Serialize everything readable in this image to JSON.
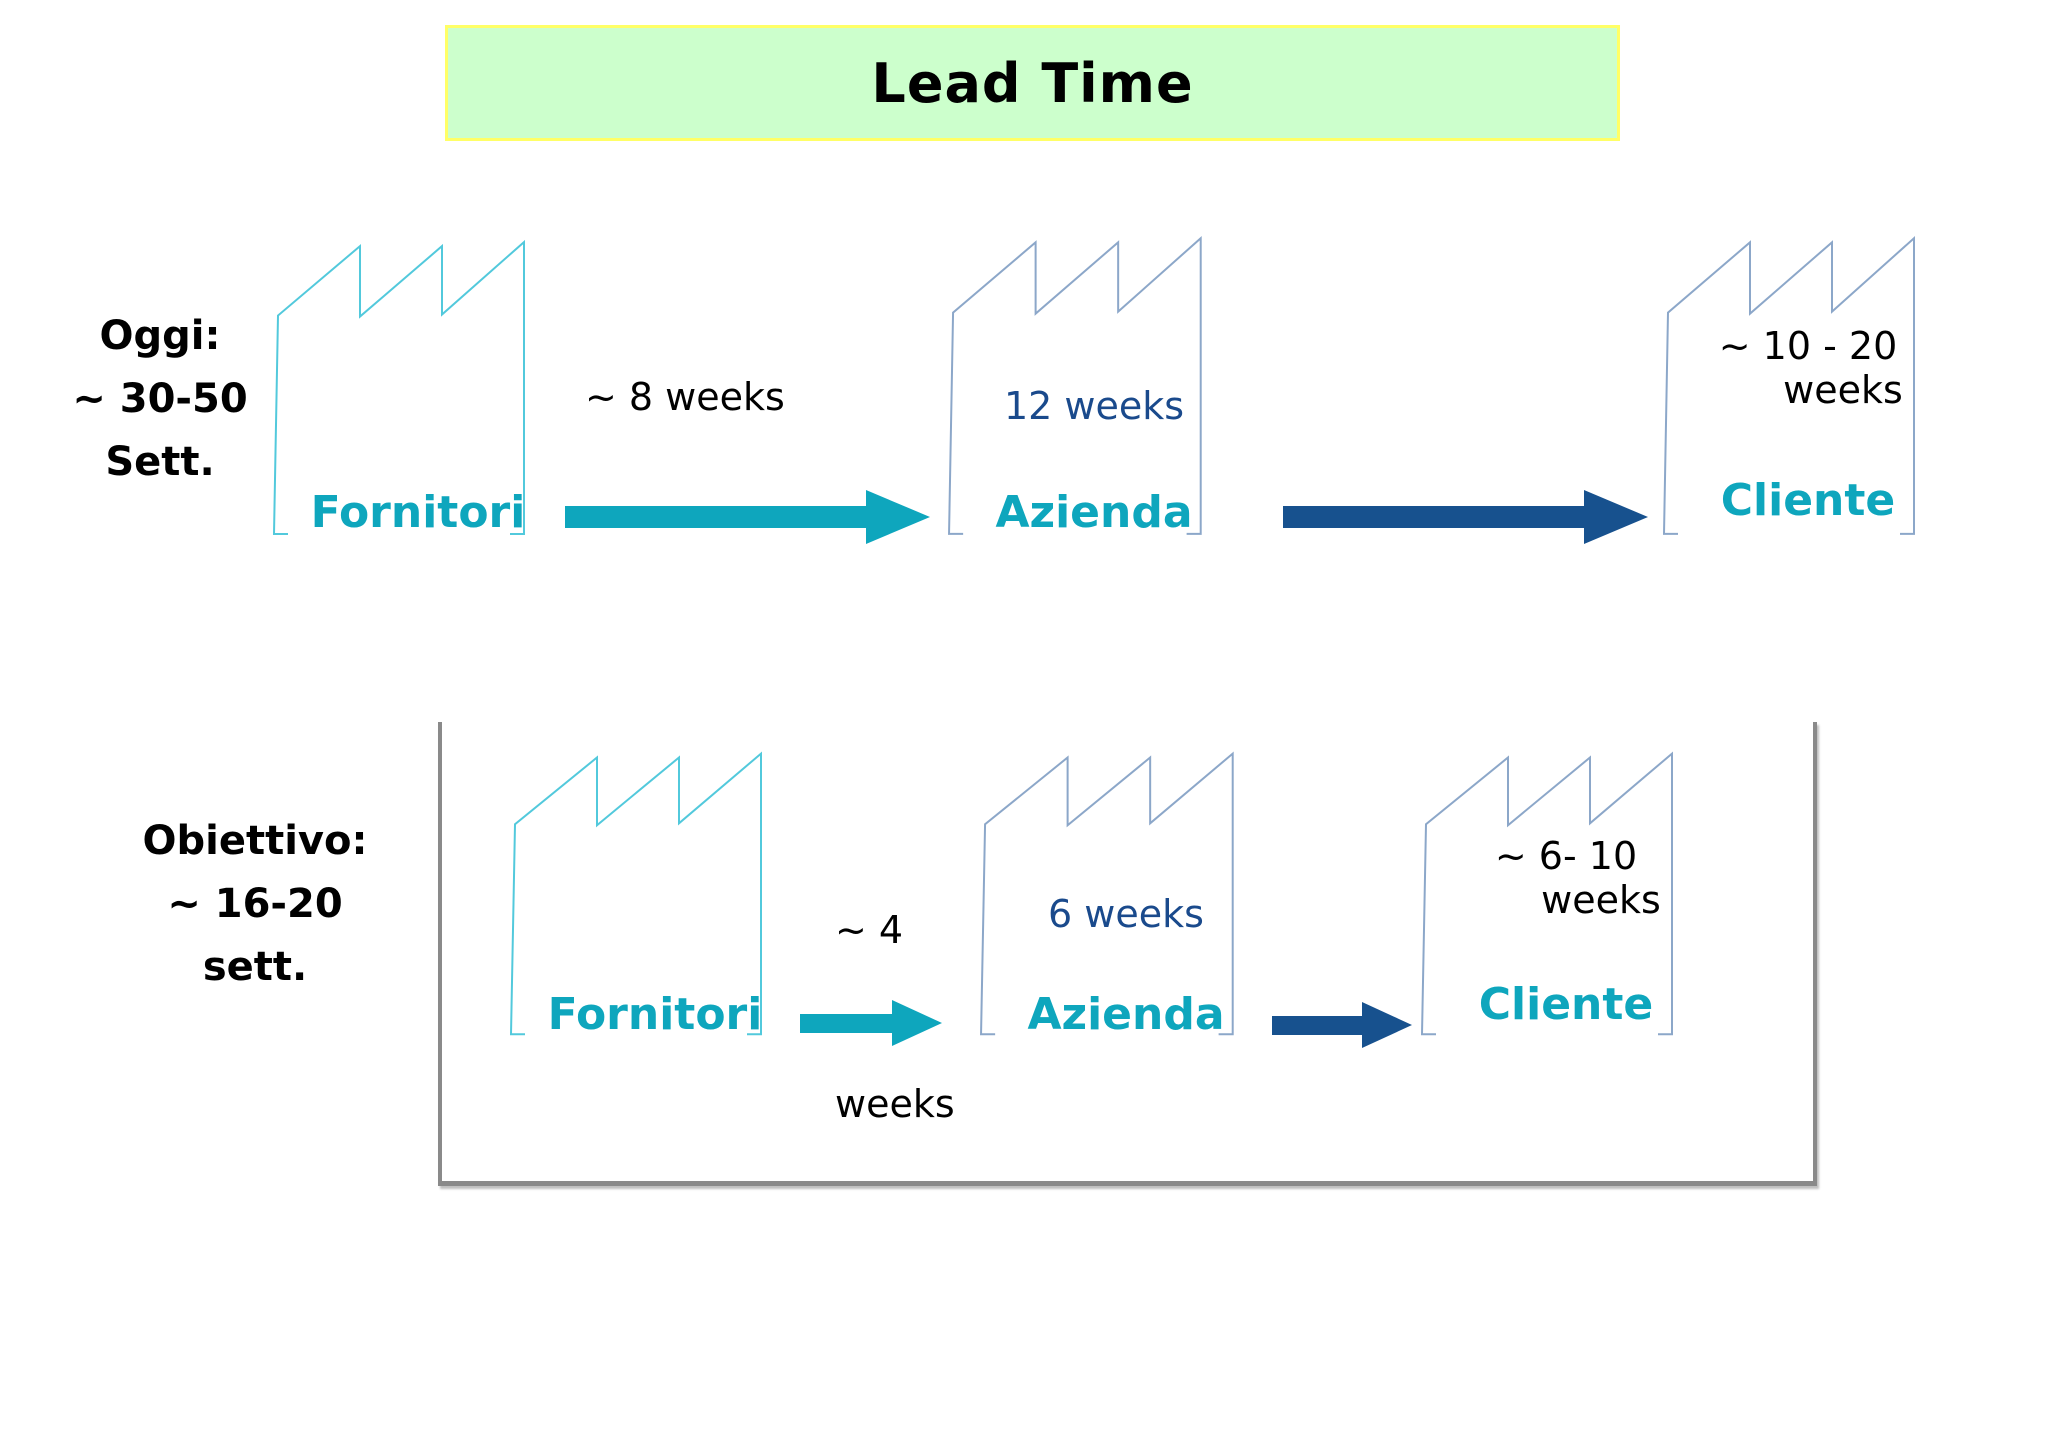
{
  "title": "Lead Time",
  "colors": {
    "teal": "#0ea6bd",
    "navy": "#17518e",
    "navy_text": "#1a4a8c",
    "factory_cyan": "#52c9dc",
    "factory_blue": "#8ca7c9",
    "title_bg": "#ccffcc",
    "title_border": "#ffff66",
    "box_border": "#8a8a8a"
  },
  "today": {
    "side_label_lines": [
      "Oggi:",
      "~ 30-50",
      "Sett."
    ],
    "supplier_name": "Fornitori",
    "supplier_to_company_duration": "~ 8 weeks",
    "company_name": "Azienda",
    "company_duration": "12 weeks",
    "customer_name": "Cliente",
    "customer_duration_line1": "~ 10 - 20",
    "customer_duration_line2": "weeks"
  },
  "target": {
    "side_label_lines": [
      "Obiettivo:",
      "~ 16-20",
      "sett."
    ],
    "supplier_name": "Fornitori",
    "supplier_to_company_line1": "~ 4",
    "supplier_to_company_line2": "weeks",
    "company_name": "Azienda",
    "company_duration": "6 weeks",
    "customer_name": "Cliente",
    "customer_duration_line1": "~ 6- 10",
    "customer_duration_line2": "weeks"
  }
}
